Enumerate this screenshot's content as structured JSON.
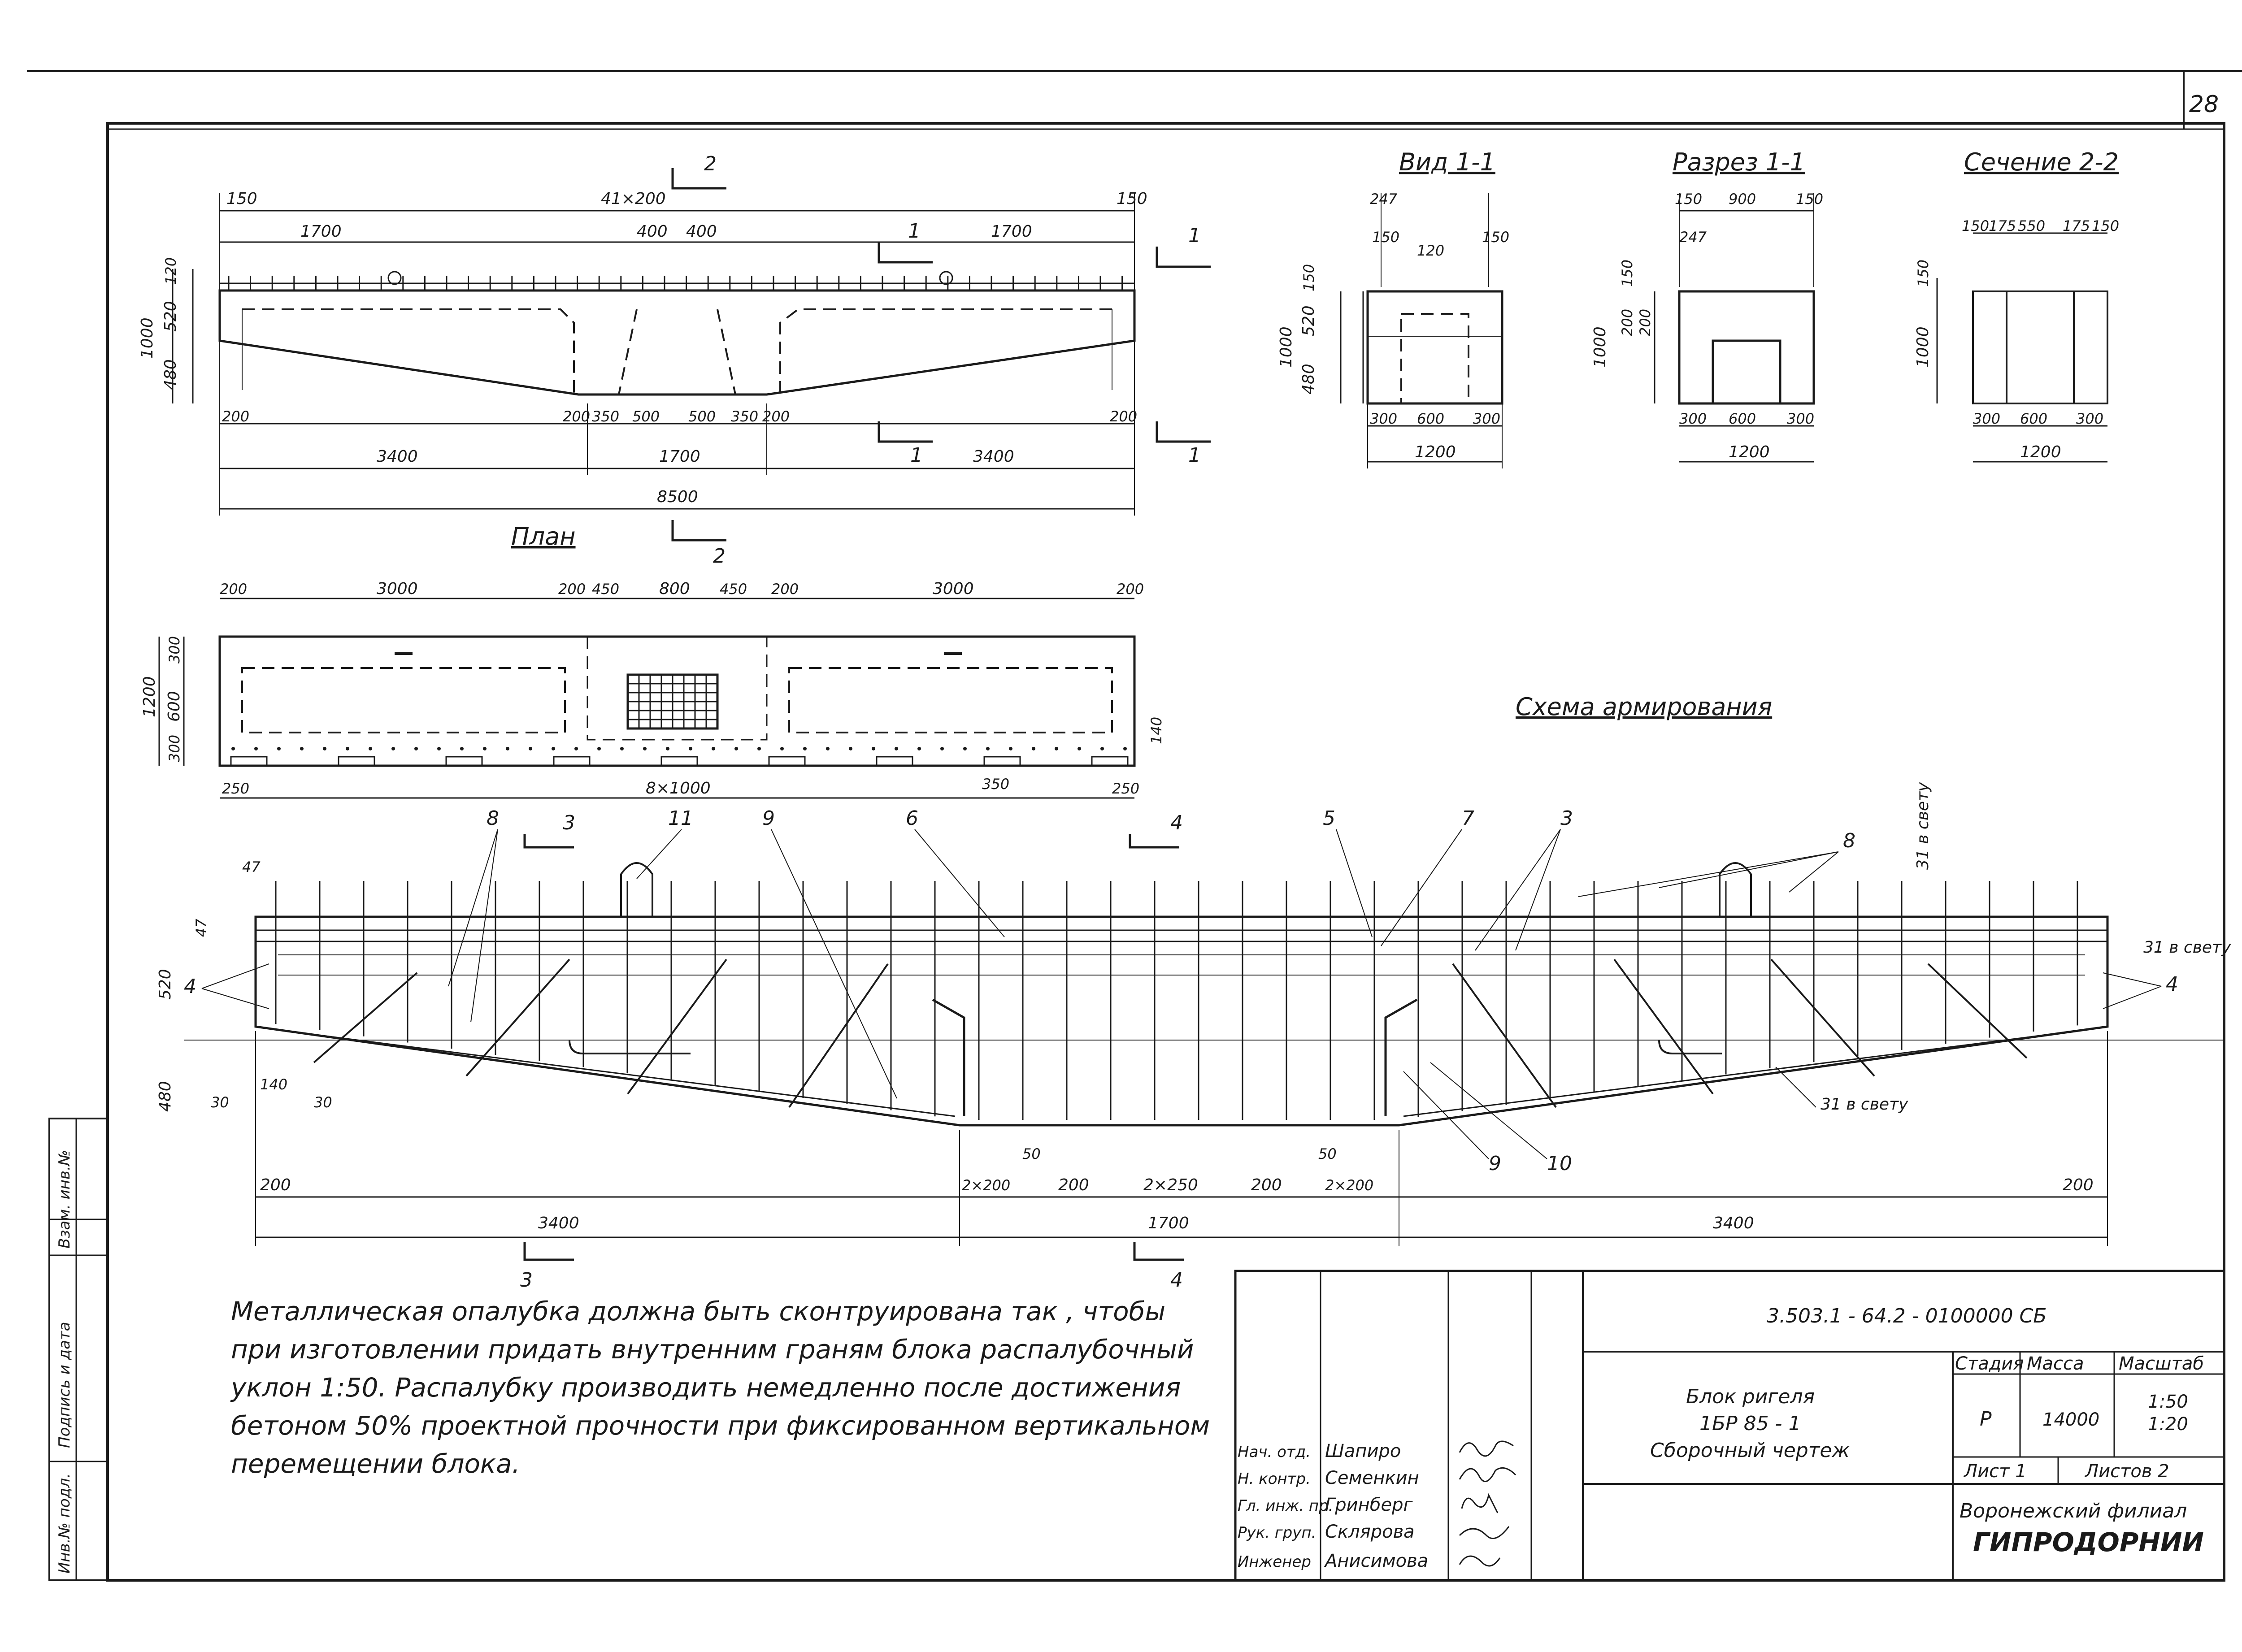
{
  "sheet_number": "28",
  "views": {
    "main": {
      "top_dims": [
        "150",
        "41×200",
        "150"
      ],
      "second_dims": [
        "1700",
        "400",
        "400",
        "1700"
      ],
      "left_dims": [
        "1000",
        "120",
        "520",
        "480"
      ],
      "bottom_dims_row1": [
        "200",
        "200",
        "350",
        "500",
        "500",
        "350",
        "200",
        "200"
      ],
      "bottom_dims_row2": [
        "3400",
        "1700",
        "3400"
      ],
      "total": "8500",
      "section_marks": [
        "2",
        "1",
        "1",
        "1",
        "1",
        "2"
      ]
    },
    "vid": {
      "title": "Вид 1-1",
      "top_dims": [
        "247",
        "150",
        "120",
        "150"
      ],
      "left_dims": [
        "1000",
        "150",
        "520",
        "480"
      ],
      "bottom_dims": [
        "300",
        "600",
        "300"
      ],
      "total": "1200"
    },
    "razrez": {
      "title": "Разрез 1-1",
      "top_dims": [
        "150",
        "900",
        "150",
        "247"
      ],
      "left_dims": [
        "1000",
        "150",
        "200",
        "200"
      ],
      "bottom_dims": [
        "300",
        "600",
        "300"
      ],
      "total": "1200"
    },
    "sechenie": {
      "title": "Сечение 2-2",
      "top_dims": [
        "150",
        "175",
        "550",
        "175",
        "150"
      ],
      "left_dims": [
        "150",
        "1000"
      ],
      "bottom_dims": [
        "300",
        "600",
        "300"
      ],
      "total": "1200"
    },
    "plan": {
      "title": "План",
      "top_dims": [
        "200",
        "3000",
        "200",
        "450",
        "800",
        "450",
        "200",
        "3000",
        "200"
      ],
      "left_dims": [
        "1200",
        "300",
        "600",
        "300"
      ],
      "right_dim": "140",
      "bottom_dims": [
        "250",
        "8×1000",
        "350",
        "250"
      ]
    },
    "armir": {
      "title": "Схема армирования",
      "callouts": [
        "8",
        "3",
        "11",
        "9",
        "6",
        "4",
        "5",
        "7",
        "3",
        "8"
      ],
      "left_dims": [
        "47",
        "47",
        "520",
        "480",
        "30",
        "140",
        "30",
        "4"
      ],
      "right_labels": [
        "31 в свету",
        "31 в свету",
        "4",
        "31 в свету"
      ],
      "bottom_callouts": [
        "9",
        "10"
      ],
      "bottom_dims_row1": [
        "200",
        "50",
        "2×200",
        "200",
        "2×250",
        "200",
        "50",
        "2×200",
        "200"
      ],
      "bottom_dims_row2": [
        "3400",
        "1700",
        "3400"
      ],
      "section_marks": [
        "3",
        "3",
        "4",
        "4"
      ]
    }
  },
  "note": {
    "lines": [
      "Металлическая опалубка должна быть сконтруирована так , чтобы",
      "при изготовлении придать внутренним граням блока распалубочный",
      "уклон 1:50. Распалубку производить немедленно после достижения",
      "бетоном 50% проектной прочности при фиксированном вертикальном",
      "перемещении блока."
    ]
  },
  "side_stamp": [
    "Инв.№ подл.",
    "Подпись и дата",
    "Взам. инв.№"
  ],
  "title_block": {
    "code": "3.503.1 - 64.2 - 0100000 СБ",
    "name_lines": [
      "Блок ригеля",
      "1БР 85 - 1",
      "Сборочный чертеж"
    ],
    "headers": [
      "Стадия",
      "Масса",
      "Масштаб"
    ],
    "stage": "Р",
    "mass": "14000",
    "scales": [
      "1:50",
      "1:20"
    ],
    "sheet": "Лист 1",
    "sheets": "Листов 2",
    "org_lines": [
      "Воронежский филиал",
      "ГИПРОДОРНИИ"
    ],
    "people": [
      {
        "role": "Нач. отд.",
        "name": "Шапиро"
      },
      {
        "role": "Н. контр.",
        "name": "Семенкин"
      },
      {
        "role": "Гл. инж. пр.",
        "name": "Гринберг"
      },
      {
        "role": "Рук. груп.",
        "name": "Склярова"
      },
      {
        "role": "Инженер",
        "name": "Анисимова"
      }
    ]
  }
}
